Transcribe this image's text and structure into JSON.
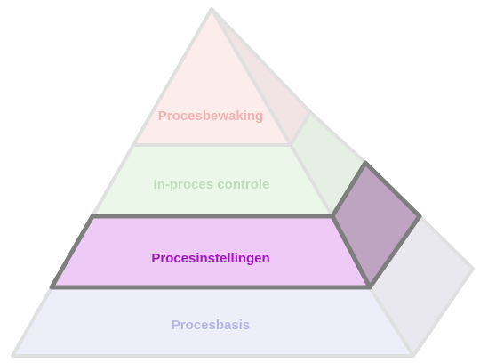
{
  "diagram": {
    "type": "pyramid",
    "highlighted_layer": "Procesinstellingen",
    "layers": [
      {
        "label": "Procesbewaking",
        "fill": "#fdecec",
        "side_fill": "#f1e4e4",
        "text_color": "#f0b4b4",
        "highlighted": false
      },
      {
        "label": "In-proces controle",
        "fill": "#eaf7e9",
        "side_fill": "#e6efe4",
        "text_color": "#c0dcbd",
        "highlighted": false
      },
      {
        "label": "Procesinstellingen",
        "fill": "#eecbf7",
        "side_fill": "#bfa4c1",
        "text_color": "#a416c4",
        "highlighted": true
      },
      {
        "label": "Procesbasis",
        "fill": "#eeeef8",
        "side_fill": "#e9e8ee",
        "text_color": "#b6b6e8",
        "highlighted": false
      }
    ],
    "colors": {
      "outline": "#e0e0e0",
      "highlight_outline": "#7e7e7e"
    }
  }
}
